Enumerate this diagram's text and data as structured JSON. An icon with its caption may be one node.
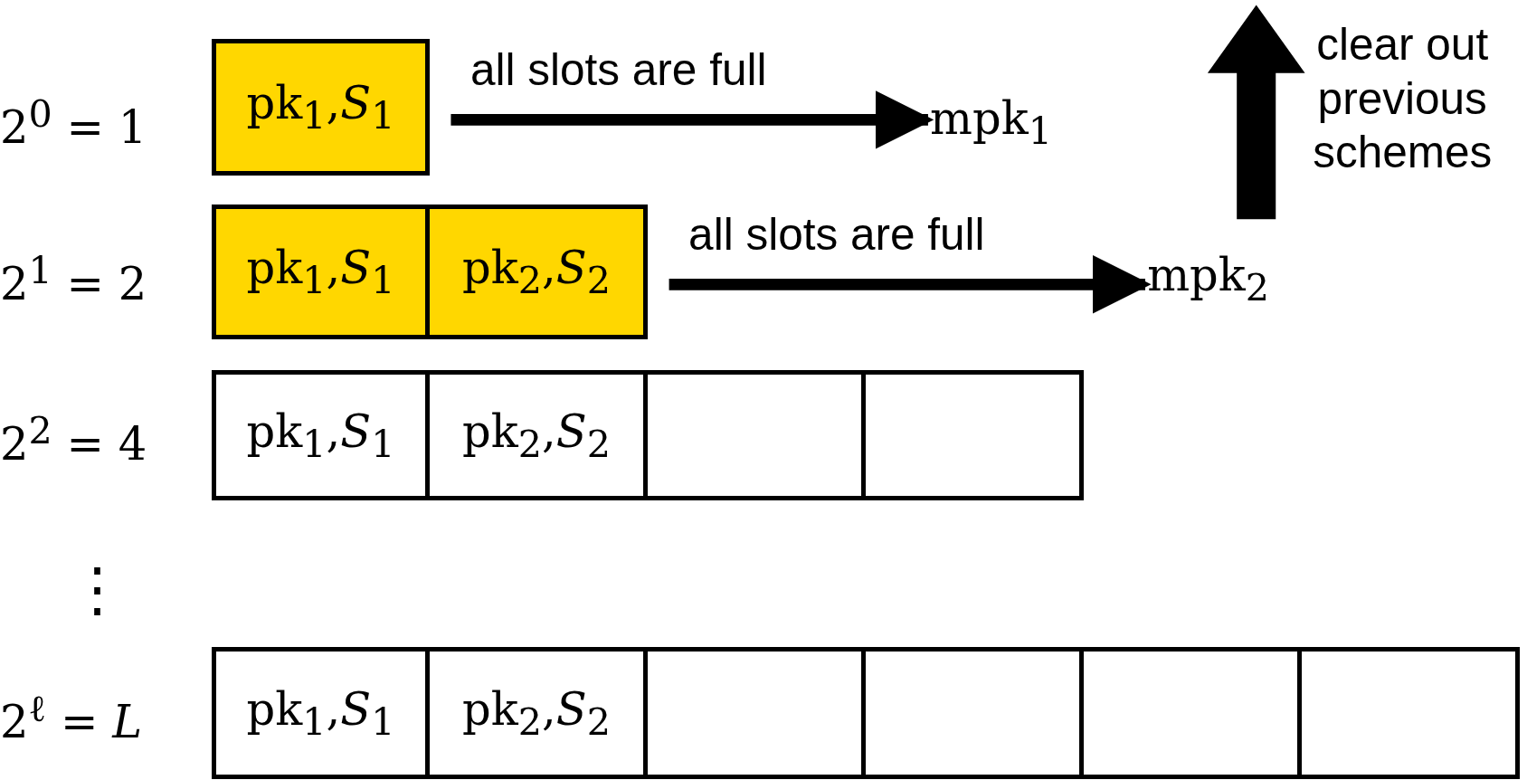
{
  "diagram": {
    "nodes": [
      {
        "text": [
          "pk$_{1}$,*S*$_{1}$"
        ]
      },
      {
        "text": [
          "pk$_{1}$,*S*$_{1}$"
        ]
      },
      {
        "text": [
          "pk$_{2}$,*S*$_{2}$"
        ]
      },
      {
        "text": [
          "pk$_{1}$,*S*$_{1}$"
        ]
      },
      {
        "text": [
          "pk$_{2}$,*S*$_{2}$"
        ]
      },
      {
        "text": [],
        "shape": "box"
      },
      {
        "text": [],
        "shape": "box"
      },
      {
        "text": [
          "pk$_{1}$,*S*$_{1}$"
        ]
      },
      {
        "text": [
          "pk$_{2}$,*S*$_{2}$"
        ]
      },
      {
        "text": [],
        "shape": "box"
      },
      {
        "text": [],
        "shape": "box"
      },
      {
        "text": [],
        "shape": "box"
      },
      {
        "text": [],
        "shape": "box"
      },
      {
        "text": [
          "mpk$_{1}$"
        ]
      },
      {
        "text": [
          "mpk$_{2}$"
        ]
      }
    ],
    "edges": [
      {
        "from": 0,
        "to": 13,
        "arrow": "to",
        "label": "all slots are full"
      },
      {
        "from": 2,
        "to": 14,
        "arrow": "to",
        "label": "all slots are full"
      }
    ],
    "labels": [
      "2$^{0}$ = 1",
      "clear out previous schemes",
      "2$^{1}$ = 2",
      "2$^{2}$ = 4",
      "⋮",
      "2$^{ℓ}$ = *L*"
    ]
  }
}
